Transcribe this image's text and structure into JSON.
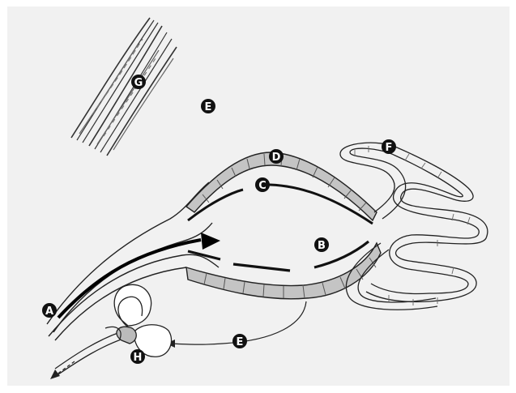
{
  "labels": {
    "A": "A",
    "B": "B",
    "C": "C",
    "D": "D",
    "E_top": "E",
    "E_bottom": "E",
    "F": "F",
    "G": "G",
    "H": "H"
  },
  "colors": {
    "background": "#f1f1f1",
    "ink": "#222222",
    "wall_fill": "#c4c4c4",
    "label_fill": "#111111",
    "label_text": "#ffffff"
  }
}
